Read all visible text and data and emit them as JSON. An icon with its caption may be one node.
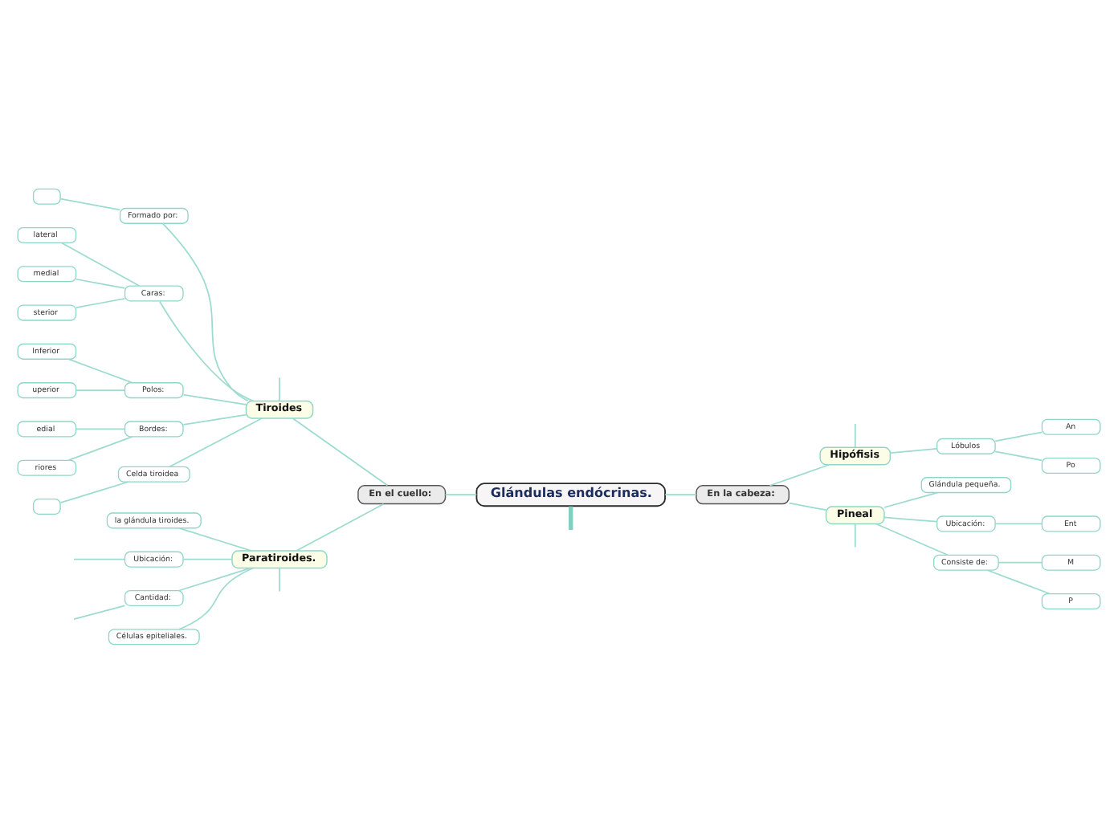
{
  "diagram": {
    "nodes": [
      {
        "text": [
          "Glándulas endócrinas."
        ]
      },
      {
        "text": [
          "En el cuello:"
        ]
      },
      {
        "text": [
          "En la cabeza:"
        ]
      },
      {
        "text": [
          "Tiroides"
        ]
      },
      {
        "text": [
          "Paratiroides."
        ]
      },
      {
        "text": [
          "Hipófisis"
        ]
      },
      {
        "text": [
          "Pineal"
        ]
      },
      {
        "text": [
          "Formado por:"
        ]
      },
      {
        "text": [],
        "shape": "box"
      },
      {
        "text": [
          "Caras:"
        ]
      },
      {
        "text": [
          "lateral"
        ]
      },
      {
        "text": [
          "medial"
        ]
      },
      {
        "text": [
          "sterior"
        ]
      },
      {
        "text": [
          "Polos:"
        ]
      },
      {
        "text": [
          "Inferior"
        ]
      },
      {
        "text": [
          "uperior"
        ]
      },
      {
        "text": [
          "Bordes:"
        ]
      },
      {
        "text": [
          "edial"
        ]
      },
      {
        "text": [
          "riores"
        ]
      },
      {
        "text": [
          "Celda tiroidea"
        ]
      },
      {
        "text": [],
        "shape": "box"
      },
      {
        "text": [
          "la glándula tiroides."
        ]
      },
      {
        "text": [
          "Ubicación:"
        ]
      },
      {
        "text": [
          "Cantidad:"
        ]
      },
      {
        "text": [
          "Células epiteliales."
        ]
      },
      {
        "text": [
          "Lóbulos"
        ]
      },
      {
        "text": [
          "An"
        ]
      },
      {
        "text": [
          "Po"
        ]
      },
      {
        "text": [
          "Glándula pequeña."
        ]
      },
      {
        "text": [
          "Ubicación:"
        ]
      },
      {
        "text": [
          "Ent"
        ]
      },
      {
        "text": [
          "Consiste de:"
        ]
      },
      {
        "text": [
          "M"
        ]
      },
      {
        "text": [
          "P"
        ]
      }
    ],
    "edges": [
      {
        "from": 0,
        "to": 1,
        "arrow": "none"
      },
      {
        "from": 0,
        "to": 2,
        "arrow": "none"
      },
      {
        "from": 0,
        "to": null,
        "arrow": "none",
        "style": "thick"
      },
      {
        "from": 1,
        "to": 3,
        "arrow": "none"
      },
      {
        "from": 1,
        "to": 4,
        "arrow": "none"
      },
      {
        "from": 2,
        "to": 5,
        "arrow": "none"
      },
      {
        "from": 2,
        "to": 6,
        "arrow": "none"
      },
      {
        "from": 3,
        "to": null,
        "arrow": "none"
      },
      {
        "from": 3,
        "to": 7,
        "arrow": "none"
      },
      {
        "from": 7,
        "to": 8,
        "arrow": "none"
      },
      {
        "from": 3,
        "to": 9,
        "arrow": "none"
      },
      {
        "from": 9,
        "to": 10,
        "arrow": "none"
      },
      {
        "from": 9,
        "to": 11,
        "arrow": "none"
      },
      {
        "from": 9,
        "to": 12,
        "arrow": "none"
      },
      {
        "from": 3,
        "to": 13,
        "arrow": "none"
      },
      {
        "from": 13,
        "to": 14,
        "arrow": "none"
      },
      {
        "from": 13,
        "to": 15,
        "arrow": "none"
      },
      {
        "from": 3,
        "to": 16,
        "arrow": "none"
      },
      {
        "from": 16,
        "to": 17,
        "arrow": "none"
      },
      {
        "from": 16,
        "to": 18,
        "arrow": "none"
      },
      {
        "from": 3,
        "to": 19,
        "arrow": "none"
      },
      {
        "from": 19,
        "to": 20,
        "arrow": "none"
      },
      {
        "from": 4,
        "to": 21,
        "arrow": "none"
      },
      {
        "from": 4,
        "to": 22,
        "arrow": "none"
      },
      {
        "from": 22,
        "to": null,
        "arrow": "none"
      },
      {
        "from": 4,
        "to": 23,
        "arrow": "none"
      },
      {
        "from": 23,
        "to": null,
        "arrow": "none"
      },
      {
        "from": 4,
        "to": 24,
        "arrow": "none"
      },
      {
        "from": 4,
        "to": null,
        "arrow": "none"
      },
      {
        "from": 5,
        "to": null,
        "arrow": "none"
      },
      {
        "from": 5,
        "to": 25,
        "arrow": "none"
      },
      {
        "from": 25,
        "to": 26,
        "arrow": "none"
      },
      {
        "from": 25,
        "to": 27,
        "arrow": "none"
      },
      {
        "from": 6,
        "to": 28,
        "arrow": "none"
      },
      {
        "from": 6,
        "to": 29,
        "arrow": "none"
      },
      {
        "from": 29,
        "to": 30,
        "arrow": "none"
      },
      {
        "from": 6,
        "to": 31,
        "arrow": "none"
      },
      {
        "from": 31,
        "to": 32,
        "arrow": "none"
      },
      {
        "from": 31,
        "to": 33,
        "arrow": "none"
      },
      {
        "from": 6,
        "to": null,
        "arrow": "none"
      }
    ]
  }
}
